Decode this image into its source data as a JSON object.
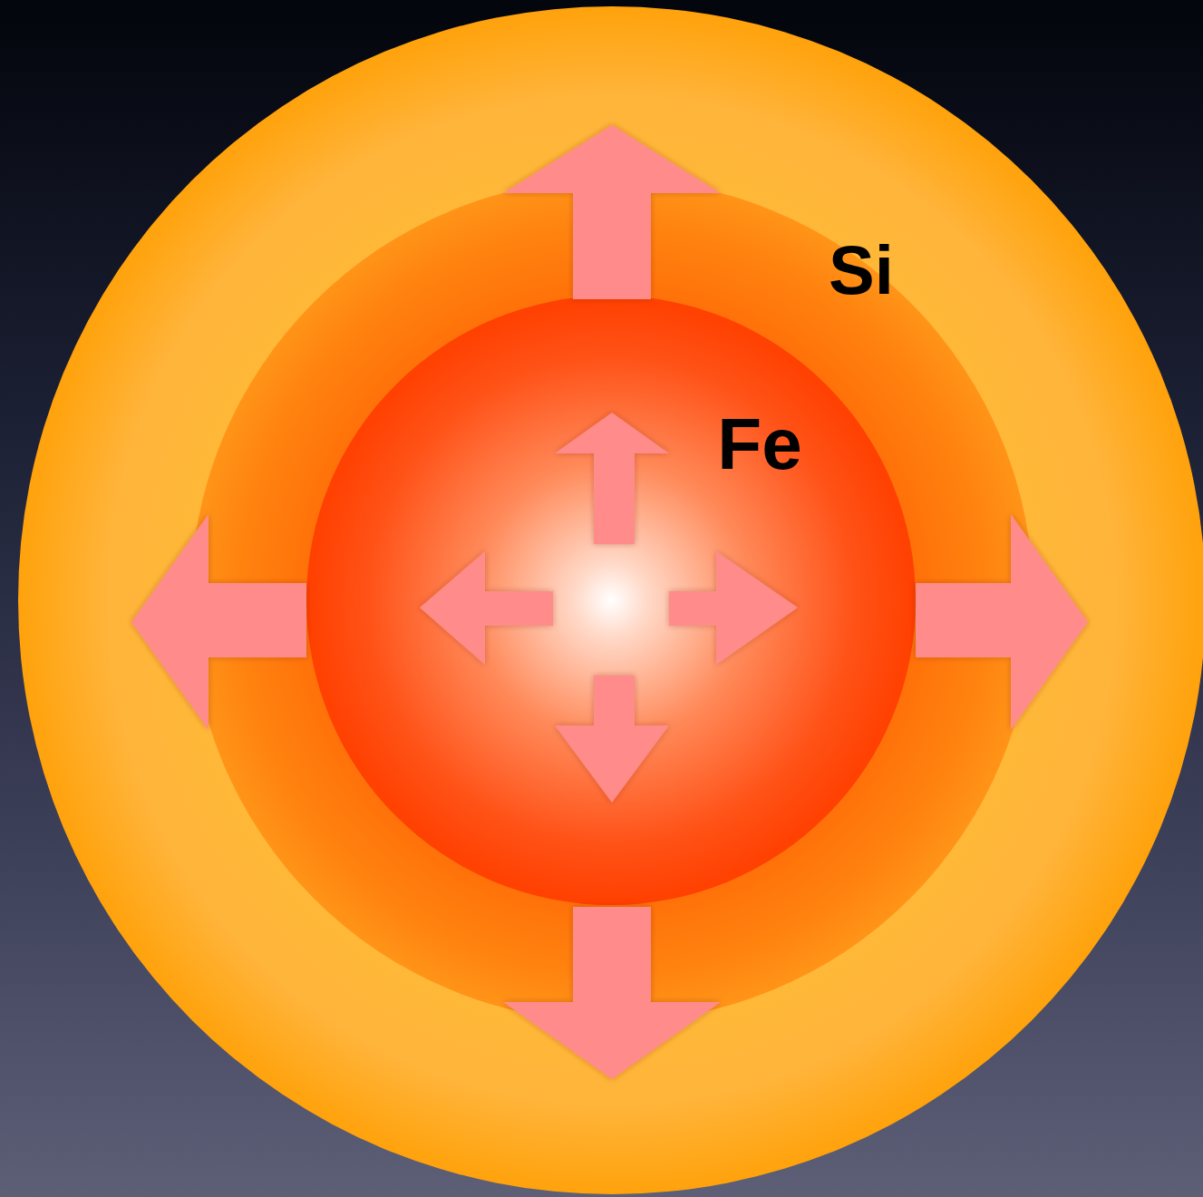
{
  "diagram": {
    "nodes": [
      {
        "text": [
          "Si"
        ]
      },
      {
        "text": [
          "Fe"
        ],
        "in": 0
      }
    ]
  }
}
